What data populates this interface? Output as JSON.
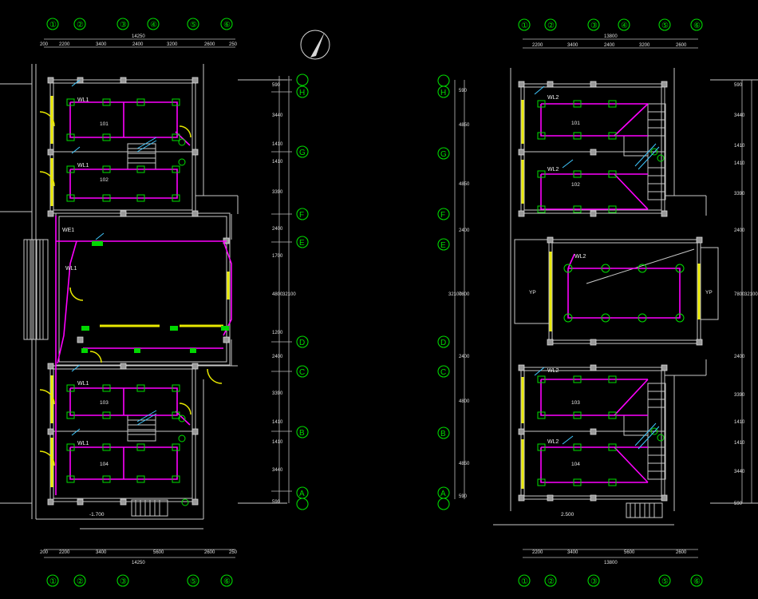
{
  "plans": [
    {
      "key": "p1",
      "top_grids": [
        "①",
        "②",
        "③",
        "④",
        "⑤",
        "⑥"
      ],
      "bottom_grids": [
        "①",
        "②",
        "③",
        "⑤",
        "⑥"
      ],
      "row_grids": [
        "H",
        "G",
        "F",
        "E",
        "D",
        "C",
        "B",
        "A"
      ],
      "top_total": "14250",
      "top_dims": [
        "200",
        "2200",
        "3400",
        "2400",
        "3200",
        "2600",
        "250"
      ],
      "bottom_total": "14250",
      "bottom_dims": [
        "200",
        "2200",
        "3400",
        "5600",
        "2600",
        "250"
      ],
      "right_dims": [
        "590",
        "3440",
        "1410",
        "1410",
        "3390",
        "2400",
        "1700",
        "4800",
        "1200",
        "2400",
        "3390",
        "1410",
        "1410",
        "3440",
        "590"
      ],
      "right_total": "32100",
      "circuits": [
        "WL1",
        "WL1",
        "WE1",
        "WL1",
        "WL1",
        "WL1"
      ],
      "rooms": [
        "101",
        "102",
        "103",
        "104"
      ],
      "bottom_note": "-1.700"
    },
    {
      "key": "p2",
      "top_grids": [
        "①",
        "②",
        "③",
        "④",
        "⑤",
        "⑥"
      ],
      "bottom_grids": [
        "①",
        "②",
        "③",
        "⑤",
        "⑥"
      ],
      "row_grids": [
        "H",
        "G",
        "F",
        "E",
        "D",
        "C",
        "B",
        "A"
      ],
      "top_total": "13800",
      "top_dims": [
        "2200",
        "3400",
        "2400",
        "3200",
        "2600"
      ],
      "bottom_total": "13800",
      "bottom_dims": [
        "2200",
        "3400",
        "5600",
        "2600"
      ],
      "right_dims": [
        "590",
        "3440",
        "1410",
        "1410",
        "3390",
        "2400",
        "7800",
        "2400",
        "3390",
        "1410",
        "1410",
        "3440",
        "590"
      ],
      "right_total": "32100",
      "left_dims": [
        "590",
        "4850",
        "4850",
        "2400",
        "7800",
        "2400",
        "4800",
        "4850",
        "590"
      ],
      "left_total": "32100",
      "circuits": [
        "WL2",
        "WL2",
        "WL2",
        "WL2",
        "WL2"
      ],
      "rooms": [
        "101",
        "102",
        "103",
        "104"
      ],
      "side_labels": [
        "YP",
        "YP"
      ],
      "bottom_note": "2.500"
    }
  ]
}
